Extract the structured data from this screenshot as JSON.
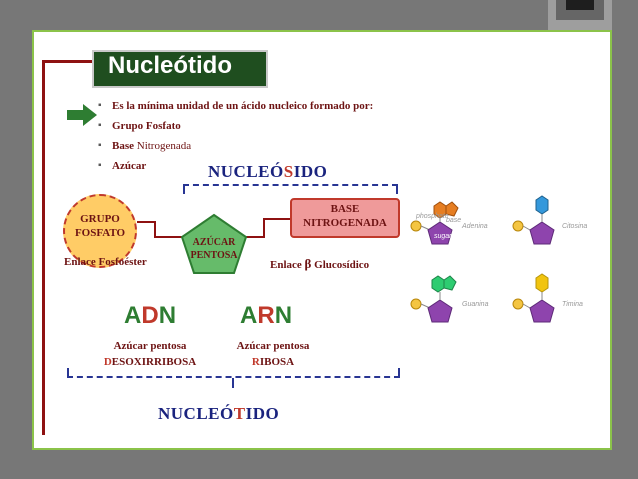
{
  "title": "Nucleótido",
  "bullets": [
    {
      "bold": "Es la mínima unidad de un ácido nucleico formado por:",
      "rest": ""
    },
    {
      "bold": "Grupo Fosfato",
      "rest": ""
    },
    {
      "bold": "Base",
      "rest": " Nitrogenada"
    },
    {
      "bold": "Azúcar",
      "rest": ""
    }
  ],
  "nucleosido": {
    "pre": "NUCLE",
    "mid": "Ó",
    "red": "S",
    "post": "IDO"
  },
  "nucleotido": {
    "pre": "NUCLEÓ",
    "red": "T",
    "post": "IDO"
  },
  "fosfato": {
    "line1": "GRUPO",
    "line2": "FOSFATO"
  },
  "base": {
    "line1": "BASE",
    "line2": "NITROGENADA"
  },
  "azucar": {
    "line1": "AZÚCAR",
    "line2": "PENTOSA"
  },
  "enlace_fosfo": "Enlace Fosfoéster",
  "enlace_gluco": {
    "pre": "Enlace ",
    "beta": "β",
    "post": " Glucosídico"
  },
  "adn": {
    "a": "A",
    "d": "D",
    "n": "N",
    "sub1": "Azúcar pentosa",
    "sub2_red": "D",
    "sub2_rest": "ESOXIRRIBOSA"
  },
  "arn": {
    "a": "A",
    "r": "R",
    "n": "N",
    "sub1": "Azúcar pentosa",
    "sub2_red": "R",
    "sub2_rest": "IBOSA"
  },
  "molecules": {
    "adenina": "Adenina",
    "citosina": "Citosina",
    "guanina": "Guanina",
    "timina": "Timina",
    "base_tag": "base",
    "phosphate_tag": "phosphate",
    "sugar_tag": "sugar"
  },
  "colors": {
    "frame": "#8bc34a",
    "title_bg": "#1f4e1f",
    "accent": "#8e1111",
    "heading": "#1a237e",
    "highlight": "#c0392b",
    "adn_arn": "#2e7d32"
  }
}
